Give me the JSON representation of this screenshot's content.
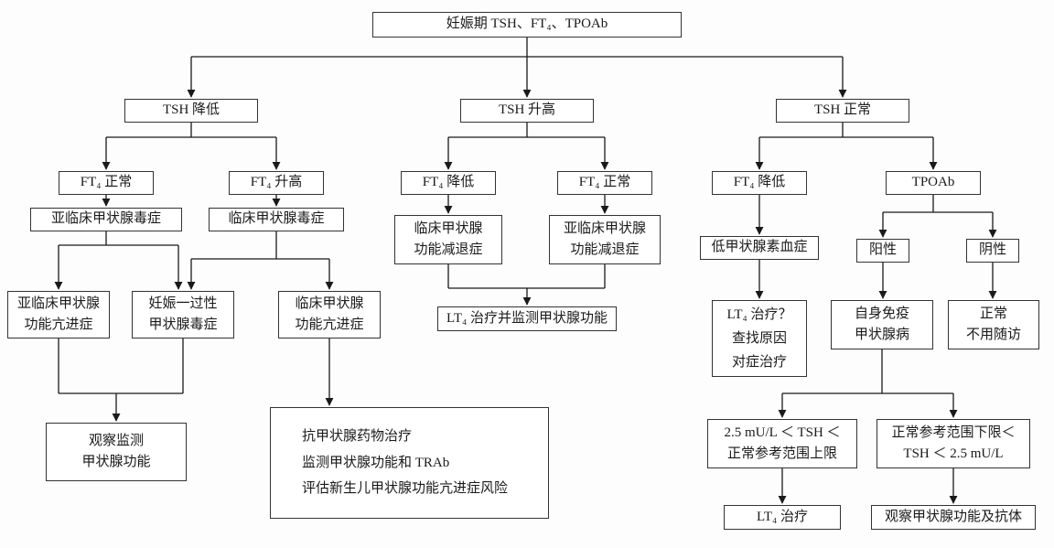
{
  "colors": {
    "line": "#1a1a1a",
    "box_border": "#333333",
    "box_bg": "#ffffff",
    "background": "#fdfdfd"
  },
  "nodes": {
    "root": "妊娠期 TSH、FT₄、TPOAb",
    "tsh_low": "TSH 降低",
    "tsh_high": "TSH 升高",
    "tsh_normal": "TSH 正常",
    "ft4_normal_1": "FT₄ 正常",
    "ft4_high": "FT₄ 升高",
    "subclinical_thyrotoxicosis": "亚临床甲状腺毒症",
    "clinical_thyrotoxicosis": "临床甲状腺毒症",
    "subclinical_hyperthyroidism": "亚临床甲状腺\n功能亢进症",
    "gestational_transient_thyrotoxicosis": "妊娠一过性\n甲状腺毒症",
    "clinical_hyperthyroidism": "临床甲状腺\n功能亢进症",
    "observe_monitor_thyroid": "观察监测\n甲状腺功能",
    "atd_plan": "抗甲状腺药物治疗\n监测甲状腺功能和 TRAb\n评估新生儿甲状腺功能亢进症风险",
    "ft4_low_1": "FT₄ 降低",
    "ft4_normal_2": "FT₄ 正常",
    "clinical_hypothyroidism": "临床甲状腺\n功能减退症",
    "subclinical_hypothyroidism": "亚临床甲状腺\n功能减退症",
    "lt4_treat_monitor": "LT₄ 治疗并监测甲状腺功能",
    "ft4_low_2": "FT₄ 降低",
    "tpoab": "TPOAb",
    "hypothyroxinemia": "低甲状腺素血症",
    "lt4_question": "LT₄ 治疗？\n查找原因\n对症治疗",
    "tpoab_positive": "阳性",
    "tpoab_negative": "阴性",
    "autoimmune_thyroid_disease": "自身免疫\n甲状腺病",
    "normal_no_followup": "正常\n不用随访",
    "tsh_above_2_5": "2.5 mU/L ＜ TSH ＜\n正常参考范围上限",
    "tsh_below_2_5": "正常参考范围下限＜\nTSH ＜ 2.5 mU/L",
    "lt4_treatment": "LT₄ 治疗",
    "observe_function_antibody": "观察甲状腺功能及抗体"
  }
}
